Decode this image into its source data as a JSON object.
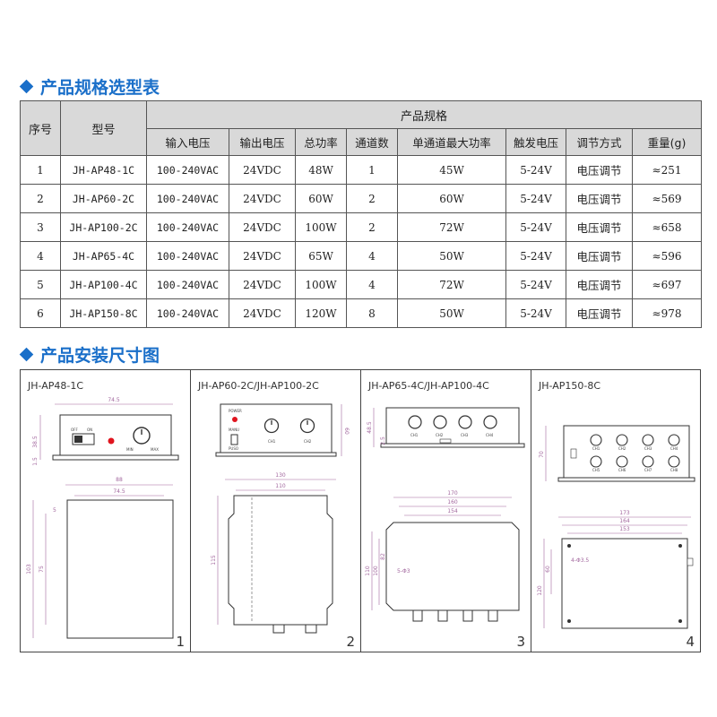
{
  "section1": {
    "title": "产品规格选型表"
  },
  "table": {
    "headers": {
      "index": "序号",
      "model": "型号",
      "group": "产品规格"
    },
    "subheaders": [
      "输入电压",
      "输出电压",
      "总功率",
      "通道数",
      "单通道最大功率",
      "触发电压",
      "调节方式",
      "重量(g)"
    ],
    "rows": [
      [
        "1",
        "JH-AP48-1C",
        "100-240VAC",
        "24VDC",
        "48W",
        "1",
        "45W",
        "5-24V",
        "电压调节",
        "≈251"
      ],
      [
        "2",
        "JH-AP60-2C",
        "100-240VAC",
        "24VDC",
        "60W",
        "2",
        "60W",
        "5-24V",
        "电压调节",
        "≈569"
      ],
      [
        "3",
        "JH-AP100-2C",
        "100-240VAC",
        "24VDC",
        "100W",
        "2",
        "72W",
        "5-24V",
        "电压调节",
        "≈658"
      ],
      [
        "4",
        "JH-AP65-4C",
        "100-240VAC",
        "24VDC",
        "65W",
        "4",
        "50W",
        "5-24V",
        "电压调节",
        "≈596"
      ],
      [
        "5",
        "JH-AP100-4C",
        "100-240VAC",
        "24VDC",
        "100W",
        "4",
        "72W",
        "5-24V",
        "电压调节",
        "≈697"
      ],
      [
        "6",
        "JH-AP150-8C",
        "100-240VAC",
        "24VDC",
        "120W",
        "8",
        "50W",
        "5-24V",
        "电压调节",
        "≈978"
      ]
    ]
  },
  "section2": {
    "title": "产品安装尺寸图"
  },
  "panels": [
    {
      "title": "JH-AP48-1C",
      "number": "1",
      "dims": {
        "front_width": "74.5",
        "front_height": "38.5",
        "foot": "1.5",
        "top_outer": "88",
        "top_inner": "74.5",
        "top_depth_outer": "103",
        "top_depth_inner": "75",
        "hole": "5"
      },
      "labels": {
        "off": "OFF",
        "on": "ON",
        "min": "MIN",
        "max": "MAX"
      }
    },
    {
      "title": "JH-AP60-2C/JH-AP100-2C",
      "number": "2",
      "dims": {
        "front_height": "60",
        "top_outer": "130",
        "top_inner": "110",
        "top_depth": "115"
      },
      "labels": {
        "power": "POWER",
        "manu": "MANU",
        "puso": "PUSO",
        "ch1": "CH1",
        "ch2": "CH2"
      }
    },
    {
      "title": "JH-AP65-4C/JH-AP100-4C",
      "number": "3",
      "dims": {
        "front_height": "48.5",
        "foot": "2.5",
        "top_w1": "170",
        "top_w2": "160",
        "top_w3": "154",
        "top_d1": "110",
        "top_d2": "100",
        "top_d3": "82",
        "hole": "5-Φ3"
      },
      "labels": {
        "ch1": "CH1",
        "ch2": "CH2",
        "ch3": "CH3",
        "ch4": "CH4"
      }
    },
    {
      "title": "JH-AP150-8C",
      "number": "4",
      "dims": {
        "front_height": "70",
        "top_w1": "173",
        "top_w2": "164",
        "top_w3": "153",
        "top_d1": "120",
        "top_d2": "60",
        "hole": "4-Φ3.5"
      },
      "labels": {
        "ch": [
          "CH1",
          "CH2",
          "CH3",
          "CH4",
          "CH5",
          "CH6",
          "CH7",
          "CH8"
        ]
      }
    }
  ],
  "colors": {
    "accent": "#1a6fc9",
    "header_bg": "#d9d9d9",
    "dimension": "#a2679e",
    "indicator": "#e0141e"
  }
}
